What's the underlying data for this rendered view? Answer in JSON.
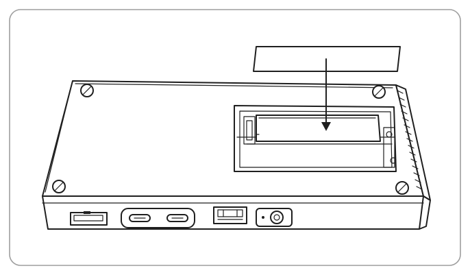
{
  "diagram": {
    "type": "hardware-installation-illustration",
    "device": "m2-ssd-enclosure",
    "steps": [
      {
        "action": "insert-thermal-pad",
        "indicator": "down-arrow-icon"
      }
    ],
    "colors": {
      "line": "#1f1f1f",
      "background": "#ffffff",
      "frame_border": "#9e9e9e",
      "panel_fill": "#f2f2f2"
    },
    "icons": [
      "screw-icon",
      "usb-a-port-icon",
      "usb-c-port-icon",
      "dc-power-port-icon",
      "down-arrow-icon",
      "m2-ssd-icon",
      "thermal-pad-icon"
    ]
  }
}
